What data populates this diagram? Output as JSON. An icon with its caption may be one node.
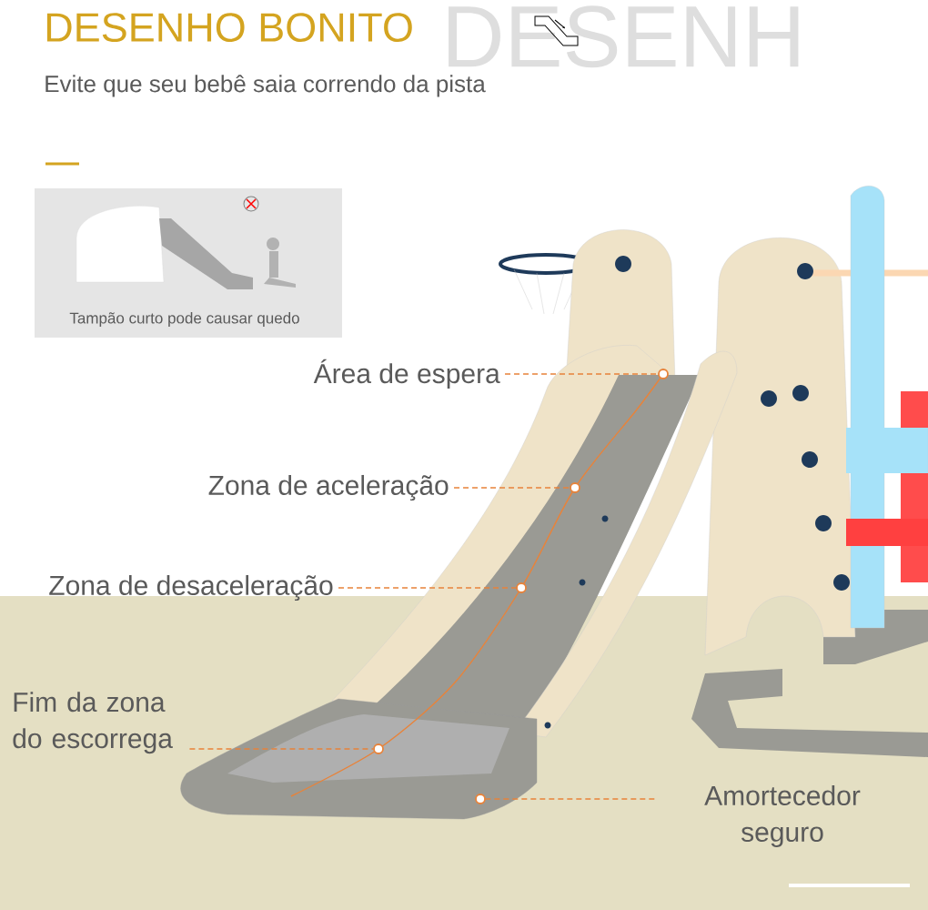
{
  "diagram": {
    "title": "DESENHO BONITO",
    "nodes": [
      {
        "text": [
          "Área de espera"
        ]
      },
      {
        "text": [
          "Zona de aceleração"
        ]
      },
      {
        "text": [
          "Zona de desaceleração"
        ]
      },
      {
        "text": [
          "Fim da zona do escorrega"
        ]
      },
      {
        "text": [
          "Amortecedor seguro"
        ]
      },
      {
        "text": [],
        "shape": "circle"
      },
      {
        "text": [],
        "shape": "circle"
      },
      {
        "text": [],
        "shape": "circle"
      },
      {
        "text": [],
        "shape": "circle"
      },
      {
        "text": [],
        "shape": "circle"
      }
    ],
    "edges": [
      {
        "from": 0,
        "to": 5,
        "arrow": "none",
        "style": "dashed"
      },
      {
        "from": 1,
        "to": 6,
        "arrow": "none",
        "style": "dashed"
      },
      {
        "from": 2,
        "to": 7,
        "arrow": "none",
        "style": "dashed"
      },
      {
        "from": 3,
        "to": 8,
        "arrow": "none",
        "style": "dashed"
      },
      {
        "from": 4,
        "to": 9,
        "arrow": "none",
        "style": "dashed"
      }
    ],
    "labels": [
      "Evite que seu bebê saia correndo da pista",
      "DESENH",
      "Tampão curto pode causar quedo"
    ]
  }
}
